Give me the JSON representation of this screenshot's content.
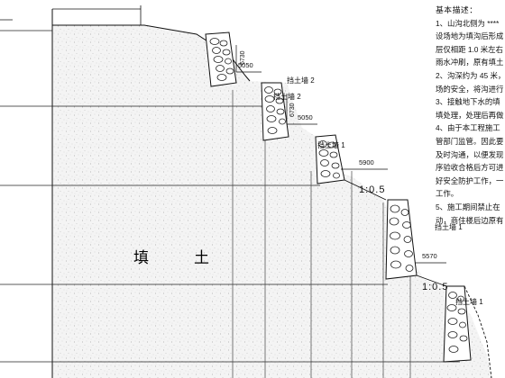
{
  "notes": {
    "title": "基本描述：",
    "lines": [
      "1、山沟北侧为 ****",
      "设场地为填沟后形成",
      "层仅相距 1.0 米左右",
      "雨水冲刷，原有填土",
      "2、沟深约为 45 米，",
      "场的安全，将沟进行",
      "3、接触地下水的填",
      "填处理，处理后再做",
      "4、由于本工程施工",
      "管部门监管。因此要",
      "及时沟通，以便发现",
      "序验收合格后方可进",
      "好安全防护工作，一",
      "工作。",
      "5、施工期间禁止在",
      "动，商住楼后边原有"
    ]
  },
  "walls": [
    {
      "label": "挡土墙 2"
    },
    {
      "label": "挡土墙 2"
    },
    {
      "label": "挡土墙 1"
    },
    {
      "label": "挡土墙 1"
    }
  ],
  "dimensions": {
    "horizontal": [
      "5050",
      "5050",
      "5900",
      "5570"
    ],
    "vertical": [
      "6730",
      "6730"
    ]
  },
  "slopes": [
    "1:0.5",
    "1:0.5"
  ],
  "fill": {
    "char1": "填",
    "char2": "土"
  },
  "colors": {
    "line": "#111111",
    "fill": "#f3f3f3",
    "stone": "#222222"
  }
}
